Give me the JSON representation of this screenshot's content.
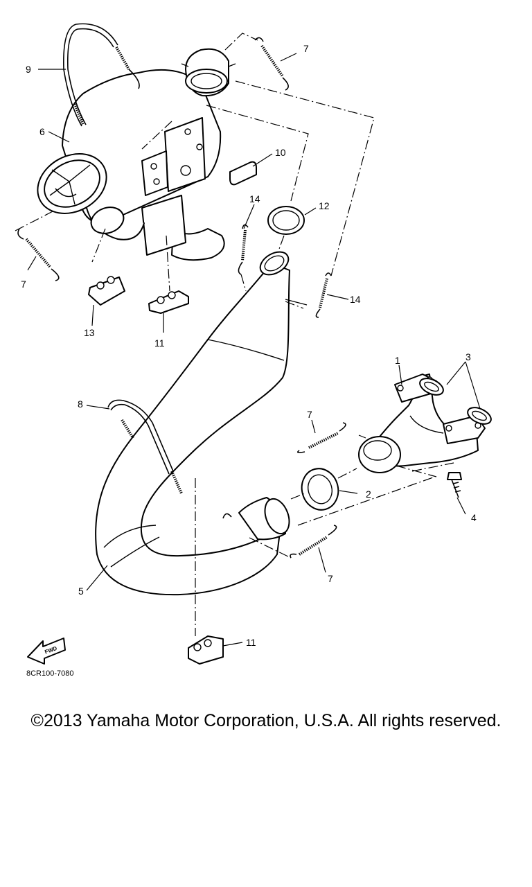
{
  "diagram": {
    "code": "8CR100-7080",
    "fwd": "FWD",
    "callouts": {
      "c1": "1",
      "c2": "2",
      "c3": "3",
      "c4": "4",
      "c5": "5",
      "c6": "6",
      "c7a": "7",
      "c7b": "7",
      "c7c": "7",
      "c7d": "7",
      "c8": "8",
      "c9": "9",
      "c10": "10",
      "c11a": "11",
      "c11b": "11",
      "c12": "12",
      "c13": "13",
      "c14a": "14",
      "c14b": "14"
    }
  },
  "copyright": "©2013 Yamaha Motor Corporation, U.S.A. All rights reserved."
}
